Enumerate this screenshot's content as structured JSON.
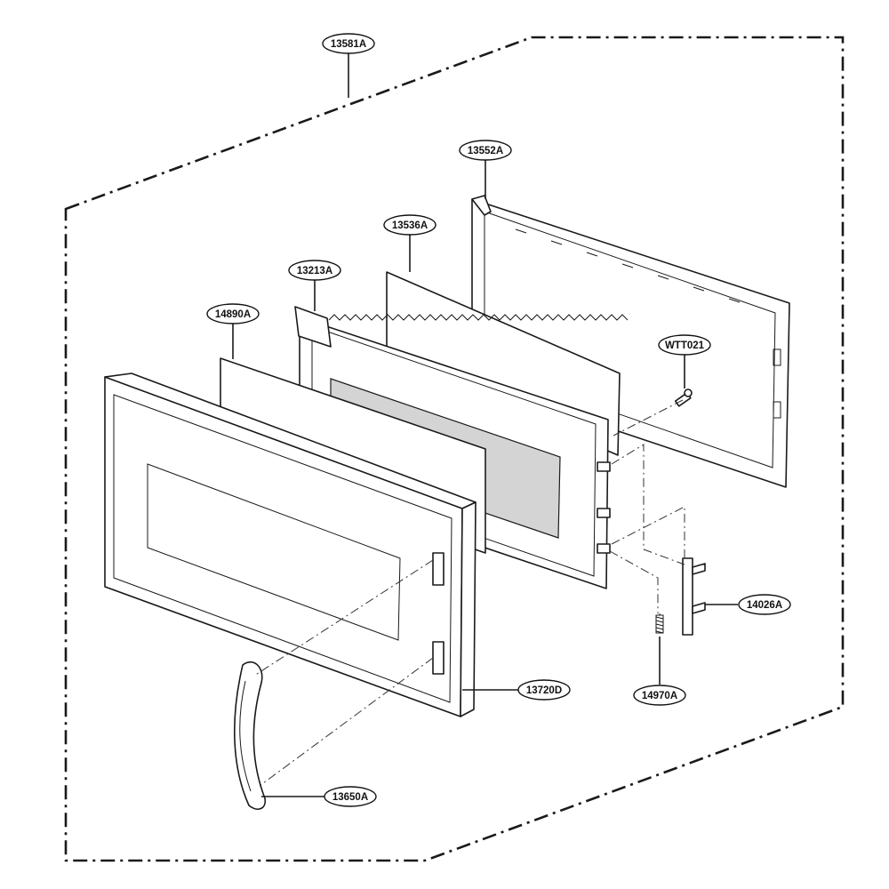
{
  "diagram": {
    "callouts": [
      {
        "id": "13581A"
      },
      {
        "id": "13552A"
      },
      {
        "id": "13536A"
      },
      {
        "id": "13213A"
      },
      {
        "id": "14890A"
      },
      {
        "id": "WTT021"
      },
      {
        "id": "14026A"
      },
      {
        "id": "13720D"
      },
      {
        "id": "14970A"
      },
      {
        "id": "13650A"
      }
    ]
  }
}
